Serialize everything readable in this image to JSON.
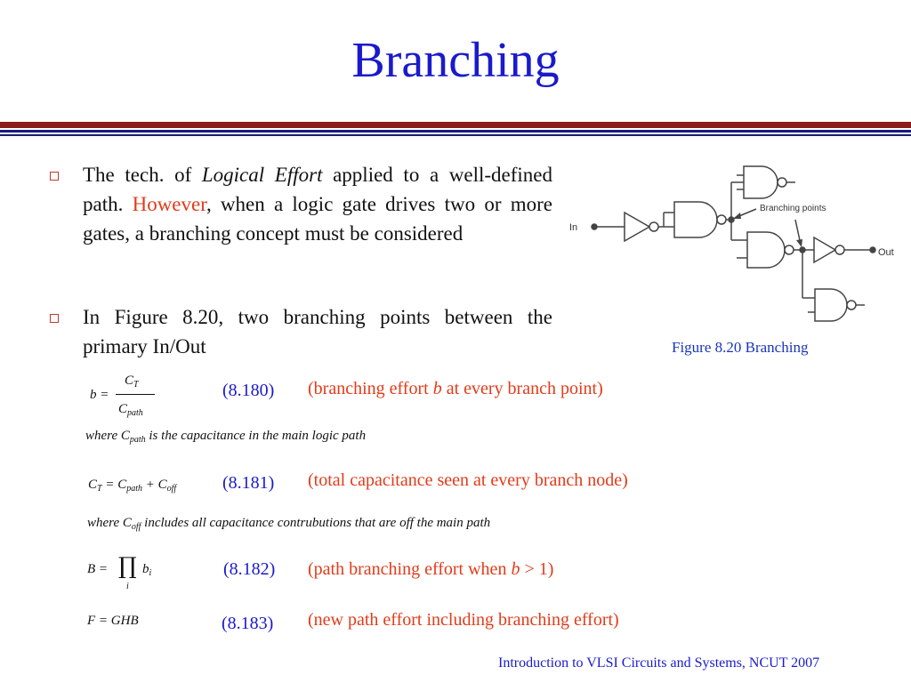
{
  "title": "Branching",
  "bullets": [
    {
      "pre": "The tech. of ",
      "emph": "Logical Effort",
      "mid": " applied to a well-defined path. ",
      "highlight": "However",
      "post": ", when a logic gate drives two or more gates, a branching concept must be considered"
    },
    {
      "text": "In Figure 8.20, two branching points between the primary In/Out"
    }
  ],
  "figure": {
    "label_in": "In",
    "label_out": "Out",
    "label_branching": "Branching points",
    "caption": "Figure 8.20 Branching"
  },
  "equations": [
    {
      "lhs": "b =",
      "numerator": "C",
      "numerator_sub": "T",
      "denominator": "C",
      "denominator_sub": "path",
      "number": "(8.180)",
      "desc_pre": "(branching effort ",
      "desc_emph": "b",
      "desc_post": " at every branch point)"
    },
    {
      "where_pre": "where C",
      "where_sub": "path",
      "where_post": " is the capacitance in the main logic  path"
    },
    {
      "p1": "C",
      "p1_sub": "T",
      "p2": " = C",
      "p2_sub": "path",
      "p3": " + C",
      "p3_sub": "off",
      "number": "(8.181)",
      "desc": "(total capacitance seen at every branch node)"
    },
    {
      "where_pre": "where C",
      "where_sub": "off",
      "where_post": " includes all capacitance contrubutions that are off  the main  path"
    },
    {
      "lhs": "B =",
      "op": "∏",
      "op_sub": "i",
      "term": "b",
      "term_sub": "i",
      "number": "(8.182)",
      "desc_pre": "(path branching effort when ",
      "desc_emph": "b",
      "desc_post": " > 1)"
    },
    {
      "expr": "F = GHB",
      "number": "(8.183)",
      "desc": "(new path effort including branching effort)"
    }
  ],
  "footer": "Introduction to VLSI Circuits and Systems, NCUT  2007",
  "colors": {
    "title": "#1a1acc",
    "highlight": "#e23b1a",
    "rule_red": "#8b1a1a",
    "rule_blue": "#1c1c7a",
    "bullet": "#c0392b"
  }
}
